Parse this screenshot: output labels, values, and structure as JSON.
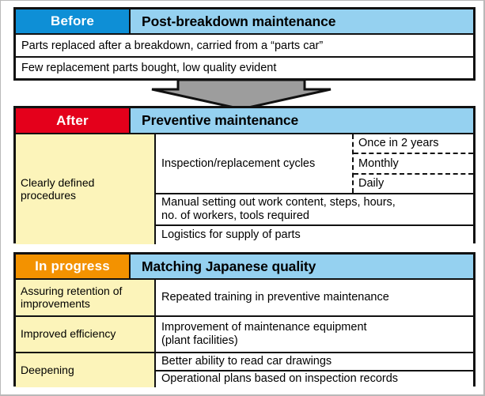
{
  "colors": {
    "tag_before": "#0e8fd6",
    "tag_after": "#e4001b",
    "tag_in_progress": "#f39200",
    "title_bar": "#95d1f0",
    "category_cell": "#fcf4ba",
    "arrow": "#9d9d9d",
    "outline": "#111111"
  },
  "before": {
    "tag": "Before",
    "title": "Post-breakdown maintenance",
    "rows": [
      "Parts replaced after a breakdown, carried from a “parts car”",
      "Few replacement parts bought, low quality evident"
    ]
  },
  "arrow": {
    "icon": "down-arrow-icon",
    "direction": "down"
  },
  "after": {
    "tag": "After",
    "title": "Preventive maintenance",
    "category": "Clearly defined\nprocedures",
    "details": [
      {
        "label": "Inspection/replacement cycles",
        "items": [
          "Once in 2 years",
          "Monthly",
          "Daily"
        ]
      },
      {
        "label": "Manual setting out work content, steps, hours,\nno. of workers, tools required"
      },
      {
        "label": "Logistics for supply of parts"
      }
    ]
  },
  "in_progress": {
    "tag": "In progress",
    "title": "Matching Japanese quality",
    "rows": [
      {
        "category": "Assuring retention of\nimprovements",
        "details": [
          "Repeated training in preventive maintenance"
        ]
      },
      {
        "category": "Improved efficiency",
        "details": [
          "Improvement of maintenance equipment\n(plant facilities)"
        ]
      },
      {
        "category": "Deepening",
        "details": [
          "Better ability to read car drawings",
          "Operational plans based on inspection records"
        ]
      }
    ]
  }
}
